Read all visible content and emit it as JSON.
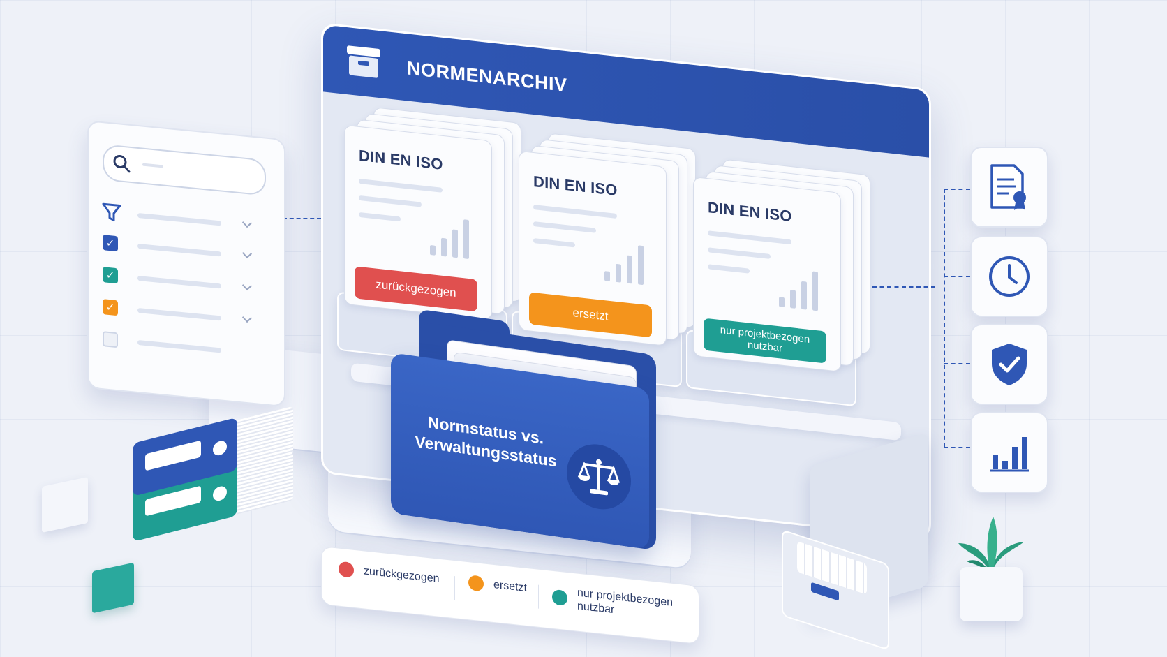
{
  "window": {
    "title": "NORMENARCHIV"
  },
  "documents": [
    {
      "title": "DIN EN ISO",
      "status": "zurückgezogen",
      "color": "#e0504f"
    },
    {
      "title": "DIN EN ISO",
      "status": "ersetzt",
      "color": "#f4941c"
    },
    {
      "title": "DIN EN ISO",
      "status": "nur projektbezogen nutzbar",
      "color": "#1f9e93"
    }
  ],
  "folder": {
    "label": "Normstatus vs. Verwaltungsstatus"
  },
  "legend": [
    {
      "label": "zurückgezogen",
      "color": "#e0504f"
    },
    {
      "label": "ersetzt",
      "color": "#f4941c"
    },
    {
      "label": "nur projektbezogen nutzbar",
      "color": "#1f9e93"
    }
  ],
  "filter_panel": {
    "checkboxes": [
      {
        "color": "#2f57b5",
        "checked": true
      },
      {
        "color": "#1f9e93",
        "checked": true
      },
      {
        "color": "#f4941c",
        "checked": true
      },
      {
        "color": "#e8ecf5",
        "checked": false
      }
    ]
  },
  "side_icons": [
    "certificate-document-icon",
    "clock-icon",
    "shield-check-icon",
    "bar-chart-icon"
  ],
  "colors": {
    "primary": "#2f57b5",
    "teal": "#1f9e93",
    "background": "#eef1f8"
  }
}
